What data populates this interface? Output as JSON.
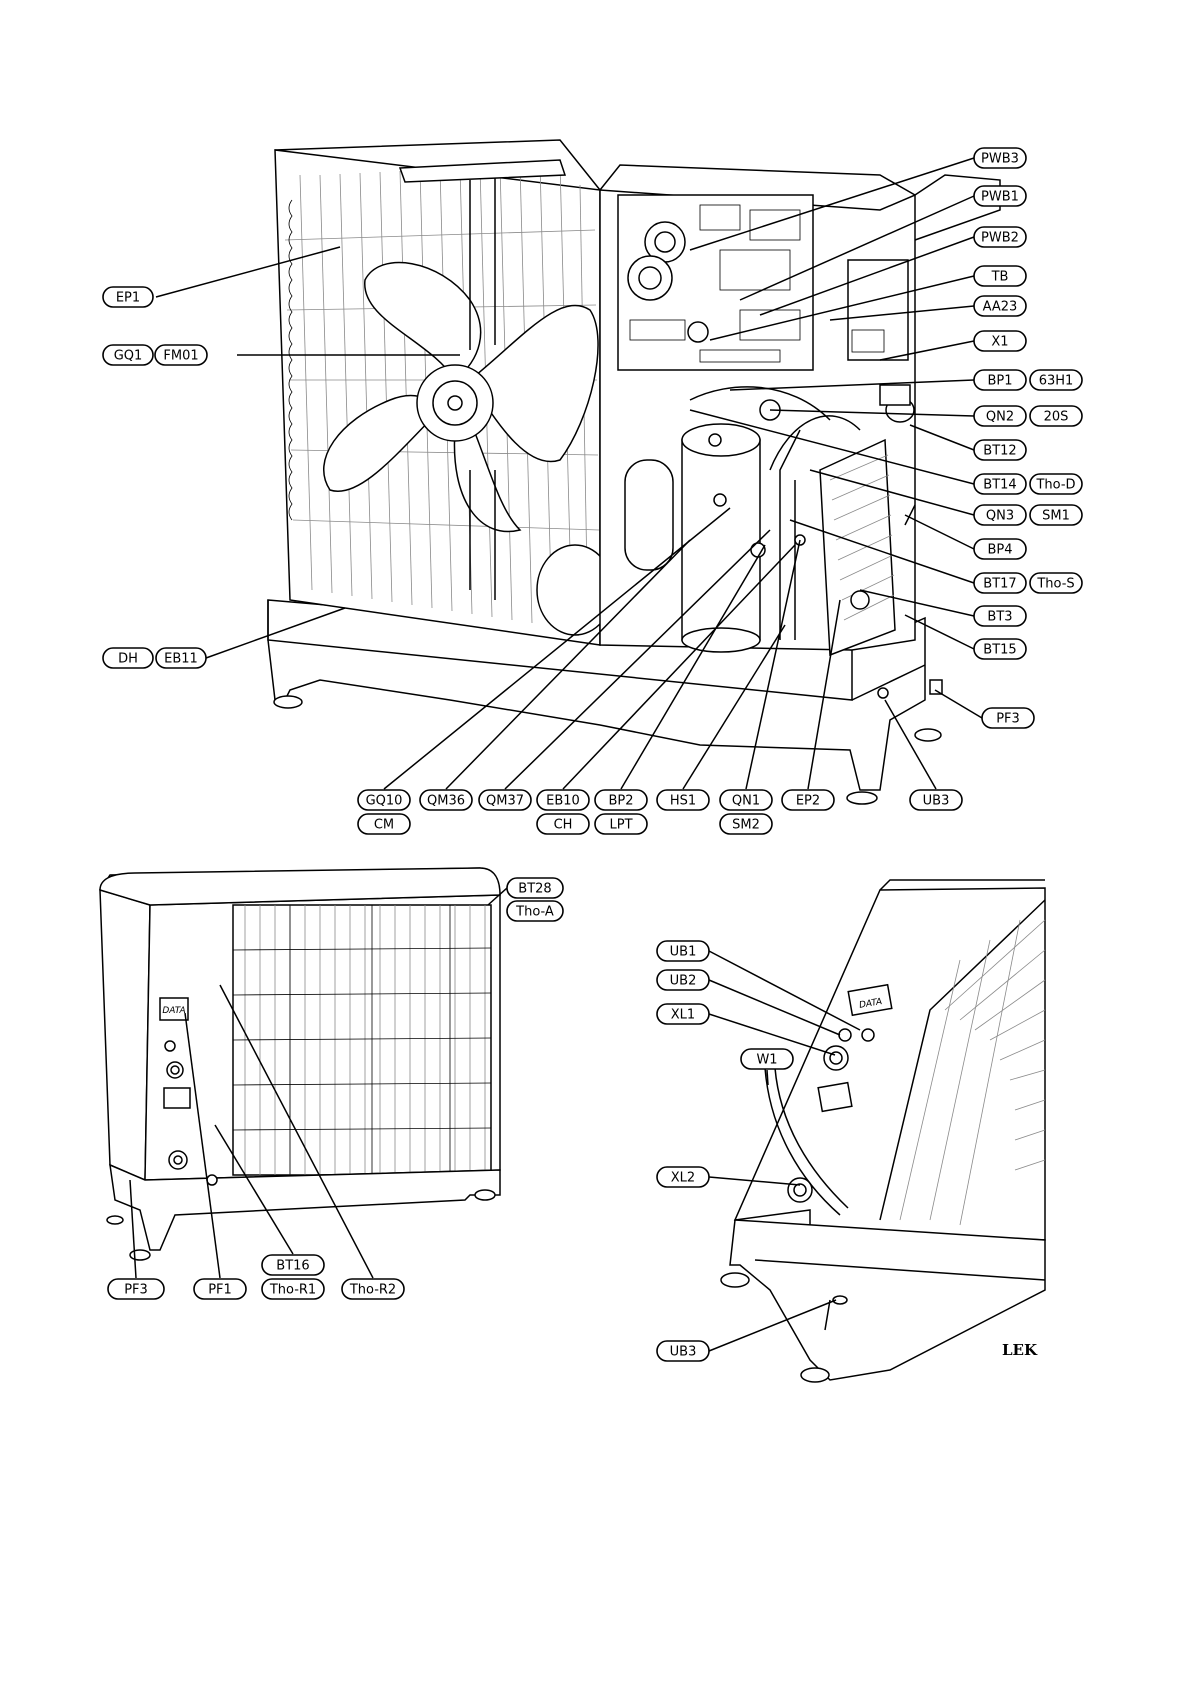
{
  "figures": {
    "main": {
      "labels": [
        {
          "id": "EP1",
          "text": "EP1"
        },
        {
          "id": "GQ1",
          "text": "GQ1"
        },
        {
          "id": "FM01",
          "text": "FM01"
        },
        {
          "id": "DH",
          "text": "DH"
        },
        {
          "id": "EB11",
          "text": "EB11"
        },
        {
          "id": "PWB3",
          "text": "PWB3"
        },
        {
          "id": "PWB1",
          "text": "PWB1"
        },
        {
          "id": "PWB2",
          "text": "PWB2"
        },
        {
          "id": "TB",
          "text": "TB"
        },
        {
          "id": "AA23",
          "text": "AA23"
        },
        {
          "id": "X1",
          "text": "X1"
        },
        {
          "id": "BP1",
          "text": "BP1"
        },
        {
          "id": "63H1",
          "text": "63H1"
        },
        {
          "id": "QN2",
          "text": "QN2"
        },
        {
          "id": "20S",
          "text": "20S"
        },
        {
          "id": "BT12",
          "text": "BT12"
        },
        {
          "id": "BT14",
          "text": "BT14"
        },
        {
          "id": "ThoD",
          "text": "Tho-D"
        },
        {
          "id": "QN3",
          "text": "QN3"
        },
        {
          "id": "SM1",
          "text": "SM1"
        },
        {
          "id": "BP4",
          "text": "BP4"
        },
        {
          "id": "BT17",
          "text": "BT17"
        },
        {
          "id": "ThoS",
          "text": "Tho-S"
        },
        {
          "id": "BT3",
          "text": "BT3"
        },
        {
          "id": "BT15",
          "text": "BT15"
        },
        {
          "id": "PF3",
          "text": "PF3"
        },
        {
          "id": "GQ10",
          "text": "GQ10"
        },
        {
          "id": "CM",
          "text": "CM"
        },
        {
          "id": "QM36",
          "text": "QM36"
        },
        {
          "id": "QM37",
          "text": "QM37"
        },
        {
          "id": "EB10",
          "text": "EB10"
        },
        {
          "id": "CH",
          "text": "CH"
        },
        {
          "id": "BP2",
          "text": "BP2"
        },
        {
          "id": "LPT",
          "text": "LPT"
        },
        {
          "id": "HS1",
          "text": "HS1"
        },
        {
          "id": "QN1",
          "text": "QN1"
        },
        {
          "id": "SM2",
          "text": "SM2"
        },
        {
          "id": "EP2",
          "text": "EP2"
        },
        {
          "id": "UB3",
          "text": "UB3"
        }
      ]
    },
    "rear": {
      "labels": [
        {
          "id": "BT28",
          "text": "BT28"
        },
        {
          "id": "ThoA",
          "text": "Tho-A"
        },
        {
          "id": "PF3",
          "text": "PF3"
        },
        {
          "id": "PF1",
          "text": "PF1"
        },
        {
          "id": "BT16",
          "text": "BT16"
        },
        {
          "id": "ThoR1",
          "text": "Tho-R1"
        },
        {
          "id": "ThoR2",
          "text": "Tho-R2"
        }
      ],
      "plate_text": "DATA"
    },
    "side": {
      "labels": [
        {
          "id": "UB1",
          "text": "UB1"
        },
        {
          "id": "UB2",
          "text": "UB2"
        },
        {
          "id": "XL1",
          "text": "XL1"
        },
        {
          "id": "W1",
          "text": "W1"
        },
        {
          "id": "XL2",
          "text": "XL2"
        },
        {
          "id": "UB3",
          "text": "UB3"
        }
      ],
      "plate_text": "DATA",
      "brand_text": "LEK"
    }
  }
}
